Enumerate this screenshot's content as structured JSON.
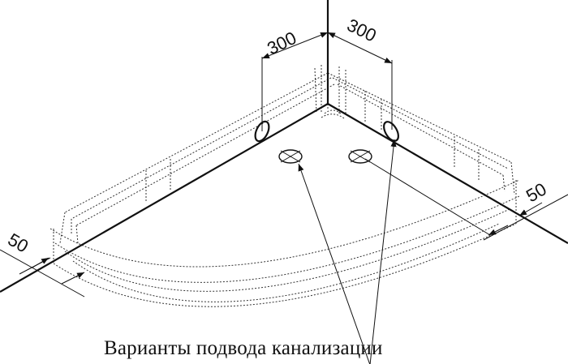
{
  "drawing": {
    "dimensions": {
      "left_offset": "300",
      "right_offset": "300",
      "left_edge": "50",
      "right_edge": "50"
    },
    "caption": "Варианты подвода канализации",
    "colors": {
      "ink": "#111111",
      "hidden": "#333333",
      "background": "#ffffff"
    }
  }
}
